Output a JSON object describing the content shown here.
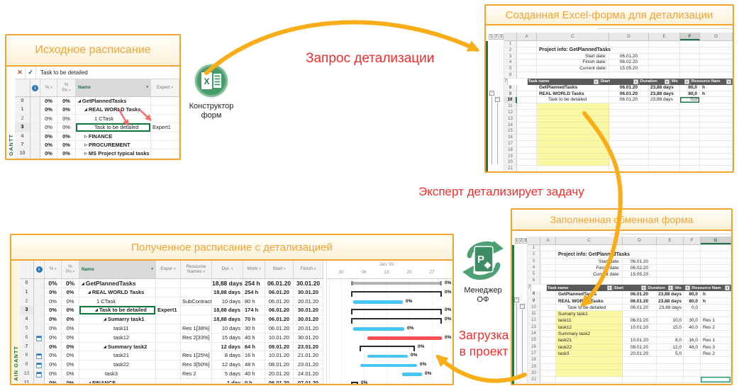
{
  "colors": {
    "panel_border": "#F1A42F",
    "panel_title": "#F0A437",
    "red_label": "#F22E2E",
    "arrow_orange": "#F9AD18",
    "excel_green": "#217346",
    "bar_blue": "#45C6F4",
    "bar_red": "#FC4F4F"
  },
  "labels": {
    "request": "Запрос детализации",
    "expert_action": "Эксперт детализирует задачу",
    "load_line1": "Загрузка",
    "load_line2": "в проект"
  },
  "icon_cards": {
    "excel": {
      "line1": "Конструктор",
      "line2": "форм"
    },
    "project": {
      "line1": "Менеджер",
      "line2": "ОФ"
    }
  },
  "source": {
    "title": "Исходное расписание",
    "side_label": "GANTT",
    "edit_value": "Task to be detailed",
    "head": {
      "pct": "%",
      "pn1": "%",
      "pn2": "Pn",
      "name": "Name",
      "expert": "Expert"
    },
    "rows": [
      {
        "n": "0",
        "pct": "0%",
        "pn": "0%",
        "caret": "◢",
        "name": "GetPlannedTasks",
        "expert": "",
        "cls": "b i0"
      },
      {
        "n": "1",
        "pct": "0%",
        "pn": "0%",
        "caret": "◢",
        "name": "REAL WORLD Tasks",
        "expert": "",
        "cls": "b i1"
      },
      {
        "n": "2",
        "pct": "0%",
        "pn": "0%",
        "caret": "",
        "name": "1 CTask",
        "expert": "",
        "cls": "i2"
      },
      {
        "n": "3",
        "pct": "0%",
        "pn": "0%",
        "caret": "",
        "name": "Task to be detailed",
        "expert": "Expert1",
        "cls": "i2 sel"
      },
      {
        "n": "4",
        "pct": "0%",
        "pn": "0%",
        "caret": "▷",
        "name": "FINANCE",
        "expert": "",
        "cls": "b i1"
      },
      {
        "n": "7",
        "pct": "0%",
        "pn": "0%",
        "caret": "▷",
        "name": "PROCUREMENT",
        "expert": "",
        "cls": "b i1"
      },
      {
        "n": "10",
        "pct": "0%",
        "pn": "0%",
        "caret": "▷",
        "name": "MS Project typical tasks",
        "expert": "",
        "cls": "b i1"
      }
    ]
  },
  "form1": {
    "title": "Созданная Excel-форма для детализации",
    "outline": [
      "1",
      "2",
      "3"
    ],
    "cols": [
      {
        "t": "A",
        "cls": "wA"
      },
      {
        "t": "C",
        "cls": "wC"
      },
      {
        "t": "D",
        "cls": "wD"
      },
      {
        "t": "E",
        "cls": "wE"
      },
      {
        "t": "F",
        "cls": "wF selc"
      },
      {
        "t": "G",
        "cls": "wG"
      }
    ],
    "header": {
      "c": "Task name",
      "d": "Start",
      "e": "Duration",
      "f": "Wo",
      "g": "Resource Nam"
    },
    "info_rows": [
      {
        "n": "1",
        "c": "",
        "d": "",
        "cls": ""
      },
      {
        "n": "2",
        "c": "Project info: GetPlannedTasks",
        "d": "",
        "cls": "pt"
      },
      {
        "n": "3",
        "c": "Start date:",
        "d": "06.01.20",
        "cls": "lbl"
      },
      {
        "n": "4",
        "c": "Finish date:",
        "d": "06.02.20",
        "cls": "lbl"
      },
      {
        "n": "5",
        "c": "Current date:",
        "d": "15.05.20",
        "cls": "lbl"
      },
      {
        "n": "6",
        "c": "",
        "d": "",
        "cls": ""
      }
    ],
    "data_rows": [
      {
        "n": "8",
        "c": "GetPlannedTasks",
        "d": "06.01.20",
        "e": "23,88 days",
        "f": "80,0",
        "g": "h",
        "cls": "b"
      },
      {
        "n": "9",
        "c": "REAL WORLD Tasks",
        "d": "06.01.20",
        "e": "23,88 days",
        "f": "80,0",
        "g": "h",
        "cls": "b"
      },
      {
        "n": "10",
        "c": "Task to be detailed",
        "d": "06.01.20",
        "e": "23,88 days",
        "f": "0,0",
        "g": "",
        "cls": "ind rsel fsel"
      },
      {
        "n": "11",
        "c": "",
        "d": "",
        "e": "",
        "f": "",
        "g": "",
        "cls": "yc"
      },
      {
        "n": "12",
        "c": "",
        "d": "",
        "e": "",
        "f": "",
        "g": "",
        "cls": "yc"
      },
      {
        "n": "13",
        "c": "",
        "d": "",
        "e": "",
        "f": "",
        "g": "",
        "cls": "yc"
      },
      {
        "n": "14",
        "c": "",
        "d": "",
        "e": "",
        "f": "",
        "g": "",
        "cls": "yc"
      },
      {
        "n": "15",
        "c": "",
        "d": "",
        "e": "",
        "f": "",
        "g": "",
        "cls": "yc"
      },
      {
        "n": "16",
        "c": "",
        "d": "",
        "e": "",
        "f": "",
        "g": "",
        "cls": "yc"
      },
      {
        "n": "17",
        "c": "",
        "d": "",
        "e": "",
        "f": "",
        "g": "",
        "cls": "yc"
      },
      {
        "n": "18",
        "c": "",
        "d": "",
        "e": "",
        "f": "",
        "g": "",
        "cls": "yc"
      },
      {
        "n": "19",
        "c": "",
        "d": "",
        "e": "",
        "f": "",
        "g": "",
        "cls": "yc"
      },
      {
        "n": "20",
        "c": "",
        "d": "",
        "e": "",
        "f": "",
        "g": "",
        "cls": "yc"
      },
      {
        "n": "21",
        "c": "",
        "d": "",
        "e": "",
        "f": "",
        "g": "",
        "cls": ""
      }
    ]
  },
  "form2": {
    "title": "Заполненная обменная форма",
    "outline": [
      "1",
      "2",
      "3"
    ],
    "cols": [
      {
        "t": "A",
        "cls": "wA"
      },
      {
        "t": "C",
        "cls": "wC"
      },
      {
        "t": "D",
        "cls": "wD"
      },
      {
        "t": "E",
        "cls": "wE"
      },
      {
        "t": "F",
        "cls": "wF"
      },
      {
        "t": "G",
        "cls": "wG selc"
      }
    ],
    "header": {
      "c": "Task name",
      "d": "Start",
      "e": "Duration",
      "f": "Wo",
      "g": "Resource Nam"
    },
    "info_rows": [
      {
        "n": "1",
        "c": "",
        "d": "",
        "cls": ""
      },
      {
        "n": "2",
        "c": "Project info: GetPlannedTasks",
        "d": "",
        "cls": "pt"
      },
      {
        "n": "3",
        "c": "Start date:",
        "d": "06.01.20",
        "cls": "lbl"
      },
      {
        "n": "4",
        "c": "Finish date:",
        "d": "06.02.20",
        "cls": "lbl"
      },
      {
        "n": "5",
        "c": "Current date:",
        "d": "15.05.20",
        "cls": "lbl"
      },
      {
        "n": "6",
        "c": "",
        "d": "",
        "cls": ""
      }
    ],
    "data_rows": [
      {
        "n": "8",
        "c": "GetPlannedTasks",
        "d": "06.01.20",
        "e": "23,88 days",
        "f": "80,0",
        "g": "h",
        "cls": "b"
      },
      {
        "n": "9",
        "c": "REAL WORLD Tasks",
        "d": "06.01.20",
        "e": "23,88 days",
        "f": "80,0",
        "g": "h",
        "cls": "b"
      },
      {
        "n": "10",
        "c": "Task to be detailed",
        "d": "06.01.20",
        "e": "23,88 days",
        "f": "0,0",
        "g": "",
        "cls": "ind"
      },
      {
        "n": "11",
        "c": "Sumarry task1",
        "d": "",
        "e": "",
        "f": "",
        "g": "",
        "cls": "yc"
      },
      {
        "n": "12",
        "c": "task11",
        "d": "06.01.20",
        "e": "10,0",
        "f": "30,0",
        "g": "Res 1",
        "cls": "yc"
      },
      {
        "n": "13",
        "c": "task12",
        "d": "10.01.20",
        "e": "15,0",
        "f": "40,0",
        "g": "Res 2",
        "cls": "yc"
      },
      {
        "n": "14",
        "c": "Summary task2",
        "d": "",
        "e": "",
        "f": "",
        "g": "",
        "cls": "yc"
      },
      {
        "n": "15",
        "c": "task21",
        "d": "10.01.20",
        "e": "8,0",
        "f": "16,0",
        "g": "Res 1",
        "cls": "yc"
      },
      {
        "n": "16",
        "c": "task22",
        "d": "08.01.20",
        "e": "12,0",
        "f": "48,0",
        "g": "Res 3",
        "cls": "yc"
      },
      {
        "n": "17",
        "c": "task3",
        "d": "20.01.20",
        "e": "5,0",
        "f": "",
        "g": "Res 2",
        "cls": "yc"
      },
      {
        "n": "18",
        "c": "",
        "d": "",
        "e": "",
        "f": "",
        "g": "",
        "cls": "yc"
      },
      {
        "n": "19",
        "c": "",
        "d": "",
        "e": "",
        "f": "",
        "g": "",
        "cls": "yc"
      },
      {
        "n": "20",
        "c": "",
        "d": "",
        "e": "",
        "f": "",
        "g": "",
        "cls": "yc"
      },
      {
        "n": "21",
        "c": "",
        "d": "",
        "e": "",
        "f": "",
        "g": "",
        "cls": "gsel"
      }
    ]
  },
  "result": {
    "title": "Полученное расписание с детализацией",
    "side_label": "AIN GANTT",
    "head": {
      "pct": "%",
      "pn1": "%",
      "pn2": "Pn",
      "name": "Name",
      "exper": "Exper",
      "res1": "Resource",
      "res2": "Names",
      "dur": "Dur.",
      "work": "Work",
      "start": "Start",
      "finish": "Finish"
    },
    "rows": [
      {
        "n": "0",
        "pct": "0%",
        "pn": "0%",
        "caret": "◢",
        "name": "GetPlannedTasks",
        "expert": "",
        "res": "",
        "dur": "18,88 days",
        "work": "254 h",
        "start": "06.01.20",
        "finish": "30.01.20",
        "cls": "b i0 r0"
      },
      {
        "n": "1",
        "pct": "0%",
        "pn": "0%",
        "caret": "◢",
        "name": "REAL WORLD Tasks",
        "expert": "",
        "res": "",
        "dur": "18,88 days",
        "work": "254 h",
        "start": "06.01.20",
        "finish": "30.01.20",
        "cls": "b i1"
      },
      {
        "n": "2",
        "pct": "0%",
        "pn": "0%",
        "caret": "",
        "name": "1 CTask",
        "expert": "",
        "res": "SubContracto",
        "dur": "10 days",
        "work": "80 h",
        "start": "06.01.20",
        "finish": "20.01.20",
        "cls": "i2"
      },
      {
        "n": "3",
        "pct": "0%",
        "pn": "0%",
        "caret": "◢",
        "name": "Task to be detailed",
        "expert": "Expert1",
        "res": "",
        "dur": "18,88 days",
        "work": "174 h",
        "start": "06.01.20",
        "finish": "30.01.20",
        "cls": "b i2 sel"
      },
      {
        "n": "4",
        "pct": "0%",
        "pn": "0%",
        "caret": "◢",
        "name": "Sumarry task1",
        "expert": "",
        "res": "",
        "dur": "18,88 days",
        "work": "70 h",
        "start": "06.01.20",
        "finish": "30.01.20",
        "cls": "b i3"
      },
      {
        "n": "5",
        "pct": "0%",
        "pn": "0%",
        "caret": "",
        "name": "task11",
        "expert": "",
        "res": "Res 1[38%]",
        "dur": "10 days",
        "work": "30 h",
        "start": "06.01.20",
        "finish": "20.01.20",
        "cls": "i4"
      },
      {
        "n": "6",
        "pct": "0%",
        "pn": "0%",
        "caret": "",
        "name": "task12",
        "expert": "",
        "res": "Res 2[33%]",
        "dur": "15 days",
        "work": "40 h",
        "start": "10.01.20",
        "finish": "30.01.20",
        "cls": "i4 hasico"
      },
      {
        "n": "7",
        "pct": "0%",
        "pn": "0%",
        "caret": "◢",
        "name": "Summary task2",
        "expert": "",
        "res": "",
        "dur": "12 days",
        "work": "64 h",
        "start": "08.01.20",
        "finish": "23.01.20",
        "cls": "b i3"
      },
      {
        "n": "8",
        "pct": "0%",
        "pn": "0%",
        "caret": "",
        "name": "task21",
        "expert": "",
        "res": "Res 1[25%]",
        "dur": "8 days",
        "work": "16 h",
        "start": "10.01.20",
        "finish": "21.01.20",
        "cls": "i4 hasico"
      },
      {
        "n": "9",
        "pct": "0%",
        "pn": "0%",
        "caret": "",
        "name": "task22",
        "expert": "",
        "res": "Res 3[50%]",
        "dur": "12 days",
        "work": "48 h",
        "start": "08.01.20",
        "finish": "23.01.20",
        "cls": "i4 hasico"
      },
      {
        "n": "10",
        "pct": "0%",
        "pn": "0%",
        "caret": "",
        "name": "task3",
        "expert": "",
        "res": "Res 2",
        "dur": "5 days",
        "work": "40 h",
        "start": "20.01.20",
        "finish": "24.01.20",
        "cls": "i3 hasico"
      },
      {
        "n": "11",
        "pct": "0%",
        "pn": "0%",
        "caret": "◢",
        "name": "FINANCE",
        "expert": "",
        "res": "",
        "dur": "1 day",
        "work": "0 h",
        "start": "06.01.20",
        "finish": "07.01.20",
        "cls": "b i1 cut"
      }
    ],
    "gantt": {
      "month": "Jan '20",
      "month_style": "left:52px;width:64px",
      "ticks": [
        {
          "t": "30",
          "style": "left:20px"
        },
        {
          "t": "06",
          "style": "left:52px"
        },
        {
          "t": "13",
          "style": "left:84px"
        },
        {
          "t": "20",
          "style": "left:116px"
        },
        {
          "t": "27",
          "style": "left:148px"
        }
      ],
      "bars": [
        {
          "cls": "gsumg",
          "bs": "left:34px;width:128px",
          "label": "0%",
          "ls": "left:166px"
        },
        {
          "cls": "gsum",
          "bs": "left:34px;width:128px",
          "label": "0%",
          "ls": "left:166px"
        },
        {
          "cls": "gblue",
          "bs": "left:37px;width:70px",
          "label": "0%",
          "ls": "left:111px"
        },
        {
          "cls": "gsum",
          "bs": "left:34px;width:128px",
          "label": "0%",
          "ls": "left:166px"
        },
        {
          "cls": "gsum",
          "bs": "left:34px;width:128px",
          "label": "0%",
          "ls": "left:166px"
        },
        {
          "cls": "gblue",
          "bs": "left:37px;width:72px",
          "label": "0%",
          "ls": "left:113px"
        },
        {
          "cls": "gred",
          "bs": "left:57px;width:105px",
          "label": "0%",
          "ls": "left:166px"
        },
        {
          "cls": "gsum",
          "bs": "left:46px;width:78px",
          "label": "0%",
          "ls": "left:128px"
        },
        {
          "cls": "gblue",
          "bs": "left:57px;width:57px",
          "label": "0%",
          "ls": "left:118px"
        },
        {
          "cls": "gblue",
          "bs": "left:47px;width:80px",
          "label": "0%",
          "ls": "left:131px"
        },
        {
          "cls": "gblue",
          "bs": "left:106px;width:28px",
          "label": "0%",
          "ls": "left:138px"
        },
        {
          "cls": "gsum cutbar",
          "bs": "left:34px;width:10px",
          "label": "0%",
          "ls": "left:48px"
        }
      ]
    }
  }
}
